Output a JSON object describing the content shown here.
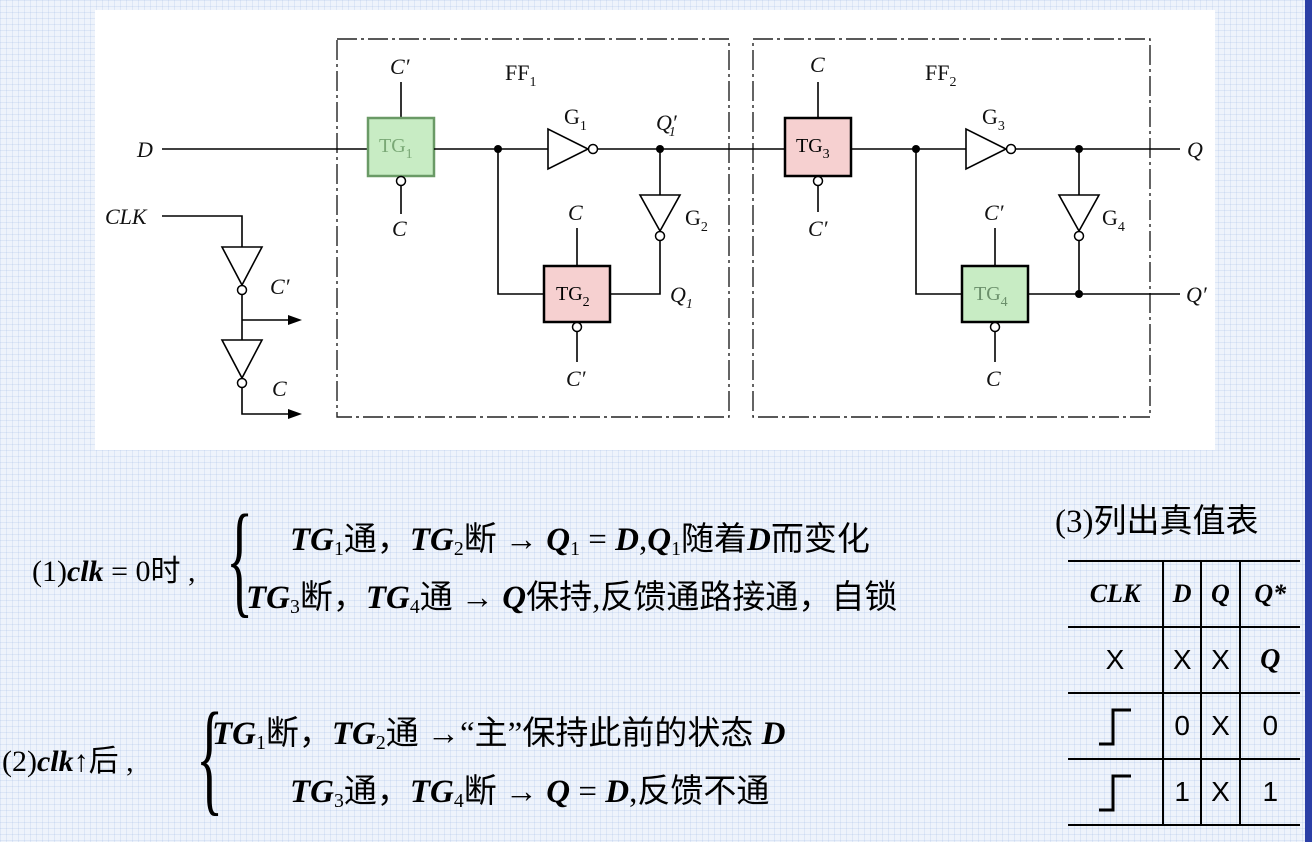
{
  "circuit": {
    "labels": {
      "D": "D",
      "CLK": "CLK",
      "C": "C",
      "Cp": "C′",
      "FF": "FF",
      "G": "G",
      "TG": "TG",
      "Q": "Q",
      "Qp": "Q′",
      "Q1": "Q",
      "Q1p": "Q′",
      "sub1": "1",
      "sub2": "2",
      "sub3": "3",
      "sub4": "4"
    },
    "colors": {
      "tg_green": "#c8ecc4",
      "tg_red": "#f6d0d0"
    }
  },
  "notes": {
    "n1_lead_a": "(1)",
    "n1_lead_b": "clk",
    "n1_lead_c": " = 0时 ,",
    "n1_line1": [
      {
        "t": "TG",
        "b": true
      },
      {
        "t": "1",
        "s": true
      },
      {
        "t": "通，"
      },
      {
        "t": "TG",
        "b": true
      },
      {
        "t": "2",
        "s": true
      },
      {
        "t": "断 → "
      },
      {
        "t": "Q",
        "b": true
      },
      {
        "t": "1",
        "s": true
      },
      {
        "t": " = "
      },
      {
        "t": "D",
        "b": true
      },
      {
        "t": ","
      },
      {
        "t": "Q",
        "b": true
      },
      {
        "t": "1",
        "s": true
      },
      {
        "t": "随着"
      },
      {
        "t": "D",
        "b": true
      },
      {
        "t": "而变化"
      }
    ],
    "n1_line2": [
      {
        "t": "TG",
        "b": true
      },
      {
        "t": "3",
        "s": true
      },
      {
        "t": "断，"
      },
      {
        "t": "TG",
        "b": true
      },
      {
        "t": "4",
        "s": true
      },
      {
        "t": "通 → "
      },
      {
        "t": "Q",
        "b": true
      },
      {
        "t": "保持,反馈通路接通，自锁"
      }
    ],
    "n2_lead_a": "(2)",
    "n2_lead_b": "clk",
    "n2_lead_c": "↑后 ,",
    "n2_line1": [
      {
        "t": "TG",
        "b": true
      },
      {
        "t": "1",
        "s": true
      },
      {
        "t": "断，"
      },
      {
        "t": "TG",
        "b": true
      },
      {
        "t": "2",
        "s": true
      },
      {
        "t": "通 →“主”保持此前的状态  "
      },
      {
        "t": "D",
        "b": true
      }
    ],
    "n2_line2": [
      {
        "t": "TG",
        "b": true
      },
      {
        "t": "3",
        "s": true
      },
      {
        "t": "通，"
      },
      {
        "t": "TG",
        "b": true
      },
      {
        "t": "4",
        "s": true
      },
      {
        "t": "断 → "
      },
      {
        "t": "Q",
        "b": true
      },
      {
        "t": " = "
      },
      {
        "t": "D",
        "b": true
      },
      {
        "t": ",反馈不通"
      }
    ]
  },
  "truth_table": {
    "title": "(3)列出真值表",
    "headers": [
      "CLK",
      "D",
      "Q",
      "Q*"
    ],
    "rows": [
      [
        "X",
        "X",
        "X",
        "Q"
      ],
      [
        "rising-edge",
        "0",
        "X",
        "0"
      ],
      [
        "rising-edge",
        "1",
        "X",
        "1"
      ]
    ]
  }
}
